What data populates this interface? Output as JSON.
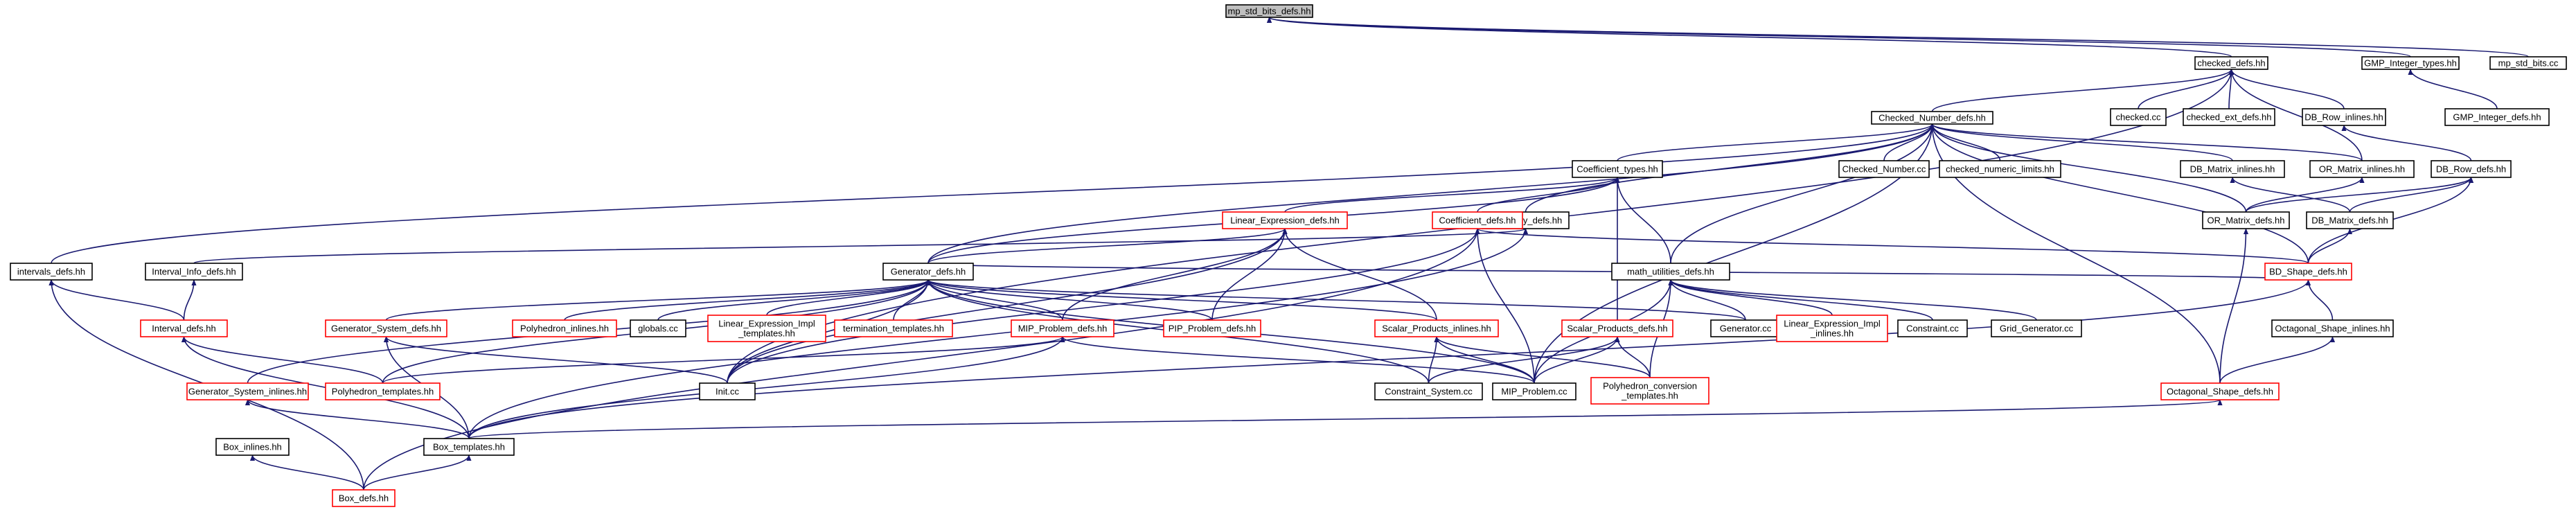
{
  "colors": {
    "root_fill": "#bfbfbf",
    "box_stroke": "#000000",
    "red_stroke": "#ff0000",
    "edge": "#191970"
  },
  "nodes": [
    {
      "id": "mp_std_bits_defs",
      "label": "mp_std_bits_defs.hh",
      "style": "root"
    },
    {
      "id": "checked_defs",
      "label": "checked_defs.hh",
      "style": "black"
    },
    {
      "id": "gmp_integer_types",
      "label": "GMP_Integer_types.hh",
      "style": "black"
    },
    {
      "id": "mp_std_bits_cc",
      "label": "mp_std_bits.cc",
      "style": "black"
    },
    {
      "id": "checked_number_defs",
      "label": "Checked_Number_defs.hh",
      "style": "black"
    },
    {
      "id": "checked_cc",
      "label": "checked.cc",
      "style": "black"
    },
    {
      "id": "checked_ext_defs",
      "label": "checked_ext_defs.hh",
      "style": "black"
    },
    {
      "id": "db_row_inlines",
      "label": "DB_Row_inlines.hh",
      "style": "black"
    },
    {
      "id": "gmp_integer_defs",
      "label": "GMP_Integer_defs.hh",
      "style": "black"
    },
    {
      "id": "coefficient_types",
      "label": "Coefficient_types.hh",
      "style": "black"
    },
    {
      "id": "checked_number_cc",
      "label": "Checked_Number.cc",
      "style": "black"
    },
    {
      "id": "checked_numeric_limits",
      "label": "checked_numeric_limits.hh",
      "style": "black"
    },
    {
      "id": "db_matrix_inlines",
      "label": "DB_Matrix_inlines.hh",
      "style": "black"
    },
    {
      "id": "or_matrix_inlines",
      "label": "OR_Matrix_inlines.hh",
      "style": "black"
    },
    {
      "id": "db_row_defs",
      "label": "DB_Row_defs.hh",
      "style": "black"
    },
    {
      "id": "boundary_defs",
      "label": "Boundary_defs.hh",
      "style": "black"
    },
    {
      "id": "linear_expression_defs",
      "label": "Linear_Expression_defs.hh",
      "style": "red"
    },
    {
      "id": "coefficient_defs",
      "label": "Coefficient_defs.hh",
      "style": "red"
    },
    {
      "id": "or_matrix_defs",
      "label": "OR_Matrix_defs.hh",
      "style": "black"
    },
    {
      "id": "db_matrix_defs",
      "label": "DB_Matrix_defs.hh",
      "style": "black"
    },
    {
      "id": "intervals_defs",
      "label": "intervals_defs.hh",
      "style": "black"
    },
    {
      "id": "interval_info_defs",
      "label": "Interval_Info_defs.hh",
      "style": "black"
    },
    {
      "id": "generator_defs",
      "label": "Generator_defs.hh",
      "style": "black"
    },
    {
      "id": "math_utilities_defs",
      "label": "math_utilities_defs.hh",
      "style": "black"
    },
    {
      "id": "bd_shape_defs",
      "label": "BD_Shape_defs.hh",
      "style": "red"
    },
    {
      "id": "interval_defs",
      "label": "Interval_defs.hh",
      "style": "red"
    },
    {
      "id": "generator_system_defs",
      "label": "Generator_System_defs.hh",
      "style": "red"
    },
    {
      "id": "polyhedron_inlines",
      "label": "Polyhedron_inlines.hh",
      "style": "red"
    },
    {
      "id": "globals_cc",
      "label": "globals.cc",
      "style": "black"
    },
    {
      "id": "linear_expression_impl_templates",
      "label": "Linear_Expression_Impl\n_templates.hh",
      "style": "red"
    },
    {
      "id": "termination_templates",
      "label": "termination_templates.hh",
      "style": "red"
    },
    {
      "id": "mip_problem_defs",
      "label": "MIP_Problem_defs.hh",
      "style": "red"
    },
    {
      "id": "pip_problem_defs",
      "label": "PIP_Problem_defs.hh",
      "style": "red"
    },
    {
      "id": "scalar_products_inlines",
      "label": "Scalar_Products_inlines.hh",
      "style": "red"
    },
    {
      "id": "generator_cc",
      "label": "Generator.cc",
      "style": "black"
    },
    {
      "id": "linear_expression_impl_inlines",
      "label": "Linear_Expression_Impl\n_inlines.hh",
      "style": "red"
    },
    {
      "id": "constraint_cc",
      "label": "Constraint.cc",
      "style": "black"
    },
    {
      "id": "grid_generator_cc",
      "label": "Grid_Generator.cc",
      "style": "black"
    },
    {
      "id": "octagonal_shape_inlines",
      "label": "Octagonal_Shape_inlines.hh",
      "style": "black"
    },
    {
      "id": "scalar_products_defs",
      "label": "Scalar_Products_defs.hh",
      "style": "red"
    },
    {
      "id": "generator_system_inlines",
      "label": "Generator_System_inlines.hh",
      "style": "red"
    },
    {
      "id": "polyhedron_templates",
      "label": "Polyhedron_templates.hh",
      "style": "red"
    },
    {
      "id": "init_cc",
      "label": "Init.cc",
      "style": "black"
    },
    {
      "id": "constraint_system_cc",
      "label": "Constraint_System.cc",
      "style": "black"
    },
    {
      "id": "mip_problem_cc",
      "label": "MIP_Problem.cc",
      "style": "black"
    },
    {
      "id": "polyhedron_conversion_templates",
      "label": "Polyhedron_conversion\n_templates.hh",
      "style": "red"
    },
    {
      "id": "octagonal_shape_defs",
      "label": "Octagonal_Shape_defs.hh",
      "style": "red"
    },
    {
      "id": "box_inlines",
      "label": "Box_inlines.hh",
      "style": "black"
    },
    {
      "id": "box_templates",
      "label": "Box_templates.hh",
      "style": "black"
    },
    {
      "id": "box_defs",
      "label": "Box_defs.hh",
      "style": "red"
    }
  ],
  "edges": [
    [
      "checked_defs",
      "mp_std_bits_defs"
    ],
    [
      "gmp_integer_types",
      "mp_std_bits_defs"
    ],
    [
      "mp_std_bits_cc",
      "mp_std_bits_defs"
    ],
    [
      "checked_number_defs",
      "checked_defs"
    ],
    [
      "checked_cc",
      "checked_defs"
    ],
    [
      "checked_ext_defs",
      "checked_defs"
    ],
    [
      "db_row_inlines",
      "checked_defs"
    ],
    [
      "or_matrix_inlines",
      "checked_defs"
    ],
    [
      "init_cc",
      "checked_defs"
    ],
    [
      "gmp_integer_defs",
      "gmp_integer_types"
    ],
    [
      "coefficient_types",
      "checked_number_defs"
    ],
    [
      "checked_number_cc",
      "checked_number_defs"
    ],
    [
      "checked_numeric_limits",
      "checked_number_defs"
    ],
    [
      "db_matrix_inlines",
      "checked_number_defs"
    ],
    [
      "or_matrix_inlines",
      "checked_number_defs"
    ],
    [
      "boundary_defs",
      "checked_number_defs"
    ],
    [
      "intervals_defs",
      "checked_number_defs"
    ],
    [
      "math_utilities_defs",
      "checked_number_defs"
    ],
    [
      "or_matrix_defs",
      "checked_number_defs"
    ],
    [
      "bd_shape_defs",
      "checked_number_defs"
    ],
    [
      "octagonal_shape_defs",
      "checked_number_defs"
    ],
    [
      "mip_problem_cc",
      "checked_number_defs"
    ],
    [
      "generator_defs",
      "checked_number_defs"
    ],
    [
      "db_row_defs",
      "db_row_inlines"
    ],
    [
      "linear_expression_defs",
      "coefficient_types"
    ],
    [
      "coefficient_defs",
      "coefficient_types"
    ],
    [
      "generator_defs",
      "coefficient_types"
    ],
    [
      "math_utilities_defs",
      "coefficient_types"
    ],
    [
      "scalar_products_defs",
      "coefficient_types"
    ],
    [
      "db_matrix_defs",
      "db_matrix_inlines"
    ],
    [
      "or_matrix_defs",
      "or_matrix_inlines"
    ],
    [
      "or_matrix_defs",
      "db_row_defs"
    ],
    [
      "db_matrix_defs",
      "db_row_defs"
    ],
    [
      "bd_shape_defs",
      "db_row_defs"
    ],
    [
      "interval_info_defs",
      "boundary_defs"
    ],
    [
      "box_templates",
      "boundary_defs"
    ],
    [
      "generator_defs",
      "linear_expression_defs"
    ],
    [
      "mip_problem_defs",
      "linear_expression_defs"
    ],
    [
      "pip_problem_defs",
      "linear_expression_defs"
    ],
    [
      "scalar_products_inlines",
      "linear_expression_defs"
    ],
    [
      "init_cc",
      "linear_expression_defs"
    ],
    [
      "bd_shape_defs",
      "coefficient_defs"
    ],
    [
      "init_cc",
      "coefficient_defs"
    ],
    [
      "box_defs",
      "coefficient_defs"
    ],
    [
      "mip_problem_cc",
      "coefficient_defs"
    ],
    [
      "octagonal_shape_defs",
      "or_matrix_defs"
    ],
    [
      "bd_shape_defs",
      "db_matrix_defs"
    ],
    [
      "interval_defs",
      "intervals_defs"
    ],
    [
      "box_defs",
      "intervals_defs"
    ],
    [
      "interval_defs",
      "interval_info_defs"
    ],
    [
      "generator_system_defs",
      "generator_defs"
    ],
    [
      "polyhedron_inlines",
      "generator_defs"
    ],
    [
      "globals_cc",
      "generator_defs"
    ],
    [
      "linear_expression_impl_templates",
      "generator_defs"
    ],
    [
      "termination_templates",
      "generator_defs"
    ],
    [
      "mip_problem_defs",
      "generator_defs"
    ],
    [
      "pip_problem_defs",
      "generator_defs"
    ],
    [
      "scalar_products_inlines",
      "generator_defs"
    ],
    [
      "generator_cc",
      "generator_defs"
    ],
    [
      "bd_shape_defs",
      "generator_defs"
    ],
    [
      "generator_system_inlines",
      "generator_defs"
    ],
    [
      "polyhedron_templates",
      "generator_defs"
    ],
    [
      "init_cc",
      "generator_defs"
    ],
    [
      "constraint_system_cc",
      "generator_defs"
    ],
    [
      "mip_problem_cc",
      "generator_defs"
    ],
    [
      "generator_cc",
      "math_utilities_defs"
    ],
    [
      "linear_expression_impl_inlines",
      "math_utilities_defs"
    ],
    [
      "constraint_cc",
      "math_utilities_defs"
    ],
    [
      "grid_generator_cc",
      "math_utilities_defs"
    ],
    [
      "mip_problem_cc",
      "math_utilities_defs"
    ],
    [
      "polyhedron_conversion_templates",
      "math_utilities_defs"
    ],
    [
      "octagonal_shape_inlines",
      "bd_shape_defs"
    ],
    [
      "box_templates",
      "bd_shape_defs"
    ],
    [
      "polyhedron_templates",
      "interval_defs"
    ],
    [
      "box_templates",
      "interval_defs"
    ],
    [
      "init_cc",
      "generator_system_defs"
    ],
    [
      "box_templates",
      "generator_system_defs"
    ],
    [
      "polyhedron_templates",
      "mip_problem_defs"
    ],
    [
      "mip_problem_cc",
      "mip_problem_defs"
    ],
    [
      "box_templates",
      "mip_problem_defs"
    ],
    [
      "constraint_system_cc",
      "scalar_products_inlines"
    ],
    [
      "mip_problem_cc",
      "scalar_products_inlines"
    ],
    [
      "polyhedron_conversion_templates",
      "scalar_products_inlines"
    ],
    [
      "octagonal_shape_defs",
      "octagonal_shape_inlines"
    ],
    [
      "constraint_system_cc",
      "scalar_products_defs"
    ],
    [
      "mip_problem_cc",
      "scalar_products_defs"
    ],
    [
      "polyhedron_conversion_templates",
      "scalar_products_defs"
    ],
    [
      "box_templates",
      "generator_system_inlines"
    ],
    [
      "box_templates",
      "octagonal_shape_defs"
    ],
    [
      "box_defs",
      "box_inlines"
    ],
    [
      "box_defs",
      "box_templates"
    ]
  ]
}
